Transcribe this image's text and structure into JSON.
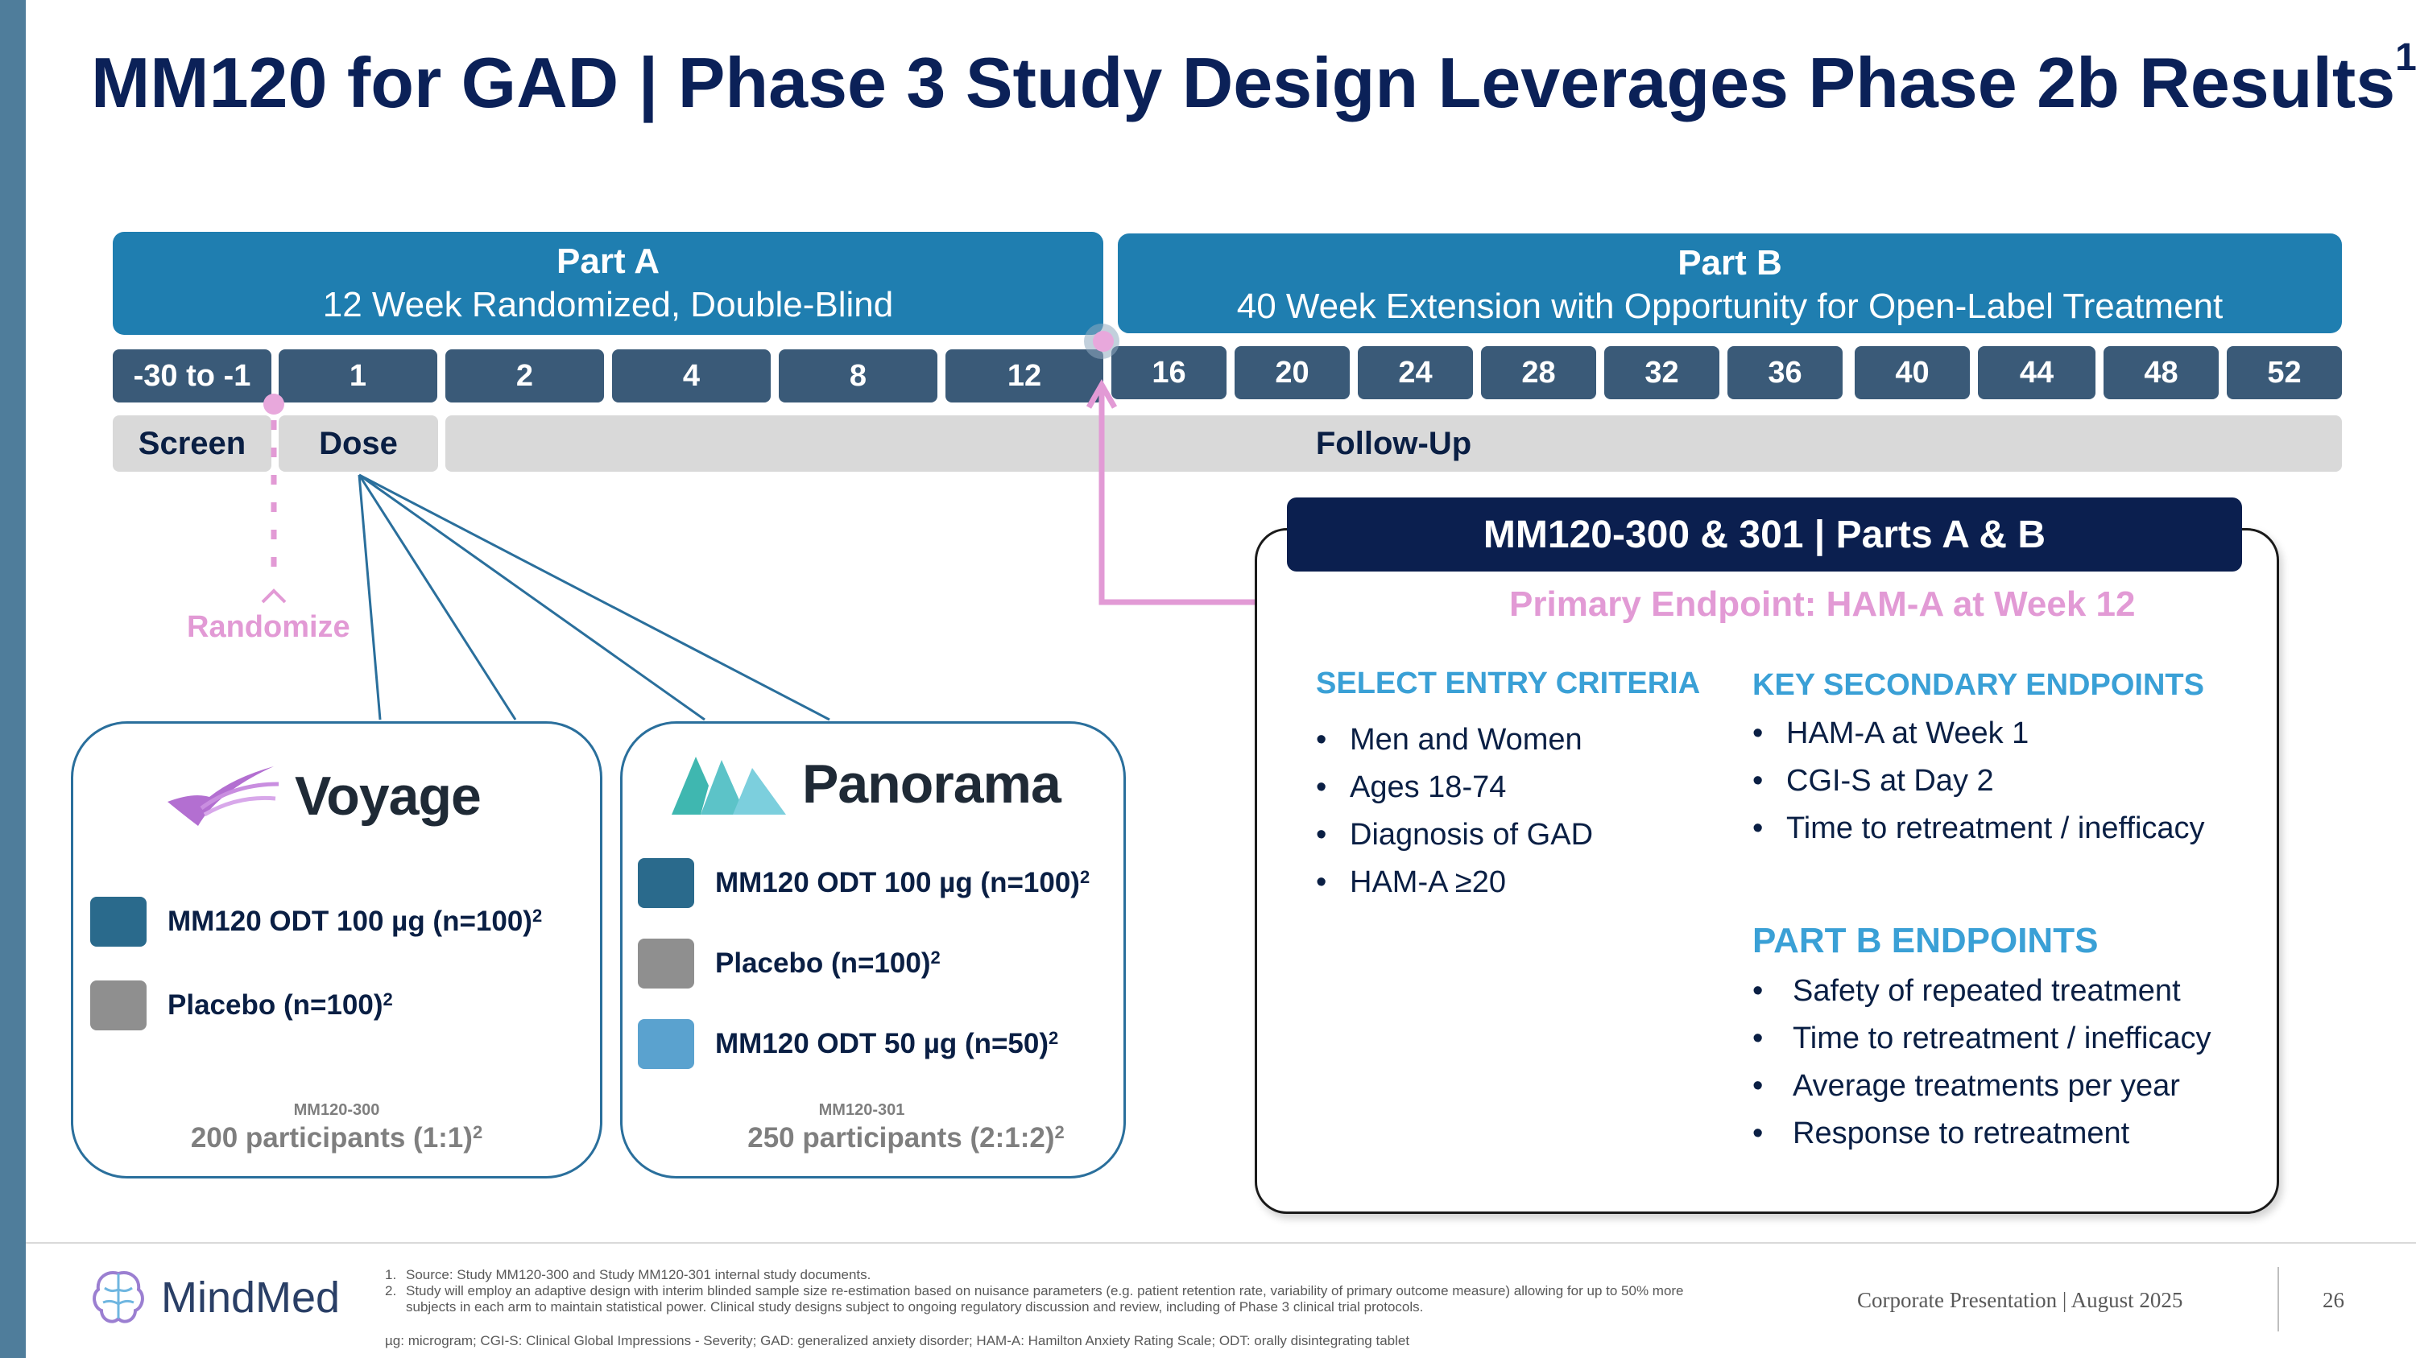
{
  "title": {
    "text": "MM120 for GAD | Phase 3 Study Design Leverages Phase 2b Results",
    "sup": "1"
  },
  "part_a": {
    "name": "Part A",
    "desc": "12 Week Randomized, Double-Blind"
  },
  "part_b": {
    "name": "Part B",
    "desc": "40 Week Extension with Opportunity for Open-Label Treatment"
  },
  "weeks": [
    "-30 to -1",
    "1",
    "2",
    "4",
    "8",
    "12",
    "16",
    "20",
    "24",
    "28",
    "32",
    "36",
    "40",
    "44",
    "48",
    "52"
  ],
  "phases": {
    "screen": "Screen",
    "dose": "Dose",
    "follow_up": "Follow-Up"
  },
  "randomize": "Randomize",
  "voyage": {
    "logo": "Voyage",
    "arms": [
      {
        "label": "MM120 ODT 100 µg (n=100)",
        "sup": "2",
        "color": "#2a6a8c"
      },
      {
        "label": "Placebo (n=100)",
        "sup": "2",
        "color": "#8f8f8f"
      }
    ],
    "study_id": "MM120-300",
    "participants": "200 participants (1:1)",
    "participants_sup": "2"
  },
  "panorama": {
    "logo": "Panorama",
    "arms": [
      {
        "label": "MM120 ODT 100 µg (n=100)",
        "sup": "2",
        "color": "#2a6a8c"
      },
      {
        "label": "Placebo (n=100)",
        "sup": "2",
        "color": "#8f8f8f"
      },
      {
        "label": "MM120 ODT 50 µg (n=50)",
        "sup": "2",
        "color": "#5aa2cf"
      }
    ],
    "study_id": "MM120-301",
    "participants": "250 participants (2:1:2)",
    "participants_sup": "2"
  },
  "outcomes": {
    "title": "MM120-300 & 301 | Parts A & B",
    "primary_endpoint": "Primary Endpoint: HAM-A at Week 12",
    "entry_criteria": {
      "heading": "SELECT ENTRY CRITERIA",
      "items": [
        "Men and Women",
        "Ages 18-74",
        "Diagnosis of GAD",
        "HAM-A ≥20"
      ]
    },
    "secondary": {
      "heading": "KEY SECONDARY ENDPOINTS",
      "items": [
        "HAM-A at Week 1",
        "CGI-S at Day 2",
        "Time to retreatment / inefficacy"
      ]
    },
    "part_b_endpoints": {
      "heading": "PART B ENDPOINTS",
      "items": [
        "Safety of repeated treatment",
        "Time to retreatment / inefficacy",
        "Average treatments per year",
        "Response to retreatment"
      ]
    }
  },
  "footer": {
    "brand": "MindMed",
    "footnotes": [
      {
        "num": "1.",
        "text": "Source: Study MM120-300 and Study MM120-301 internal study documents."
      },
      {
        "num": "2.",
        "text": "Study will employ an adaptive design with interim blinded sample size re-estimation based on nuisance parameters (e.g. patient retention rate, variability of primary outcome measure) allowing for up to 50% more subjects in each arm to maintain statistical power. Clinical study designs subject to ongoing regulatory discussion and review, including of Phase 3 clinical trial protocols."
      }
    ],
    "abbreviations": "µg: microgram; CGI-S: Clinical Global Impressions - Severity; GAD: generalized anxiety disorder; HAM-A: Hamilton Anxiety Rating Scale; ODT: orally disintegrating tablet",
    "corporate": "Corporate Presentation | August 2025",
    "page": "26"
  },
  "colors": {
    "navy": "#0b2158",
    "part_blue": "#1f7eb0",
    "week_slate": "#3a5a78",
    "pink": "#e29ad5",
    "light_blue": "#3aa0d6"
  }
}
